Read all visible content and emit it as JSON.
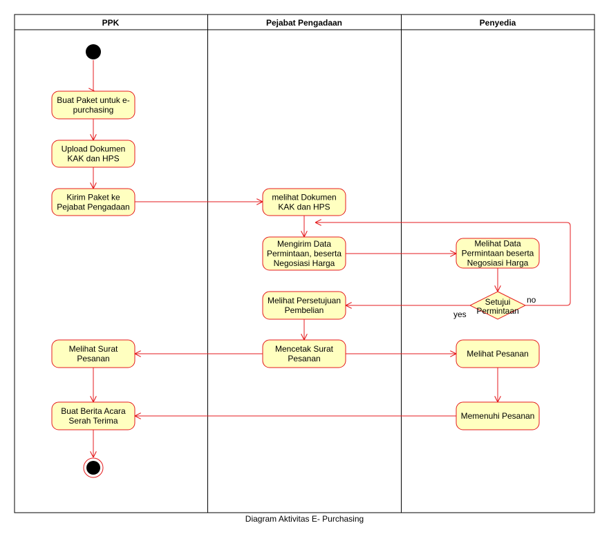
{
  "lanes": [
    "PPK",
    "Pejabat Pengadaan",
    "Penyedia"
  ],
  "activities": {
    "buat_paket": [
      "Buat Paket untuk e-",
      "purchasing"
    ],
    "upload": [
      "Upload Dokumen",
      "KAK dan HPS"
    ],
    "kirim": [
      "Kirim Paket ke",
      "Pejabat Pengadaan"
    ],
    "melihat_dokumen": [
      "melihat Dokumen",
      "KAK dan HPS"
    ],
    "mengirim_data": [
      "Mengirim Data",
      "Permintaan, beserta",
      "Negosiasi Harga"
    ],
    "melihat_data": [
      "Melihat Data",
      "Permintaan beserta",
      "Negosiasi Harga"
    ],
    "melihat_persetujuan": [
      "Melihat Persetujuan",
      "Pembelian"
    ],
    "mencetak": [
      "Mencetak Surat",
      "Pesanan"
    ],
    "melihat_pesanan": [
      "Melihat Pesanan"
    ],
    "melihat_surat": [
      "Melihat Surat",
      "Pesanan"
    ],
    "memenuhi": [
      "Memenuhi Pesanan"
    ],
    "buat_berita": [
      "Buat Berita Acara",
      "Serah Terima"
    ]
  },
  "decision": [
    "Setujui",
    "Permintaan"
  ],
  "guards": {
    "no": "no",
    "yes": "yes"
  },
  "caption": "Diagram Aktivitas E- Purchasing",
  "colors": {
    "stroke": "#e41a1c",
    "fill": "#ffffc0",
    "line": "#000000"
  }
}
